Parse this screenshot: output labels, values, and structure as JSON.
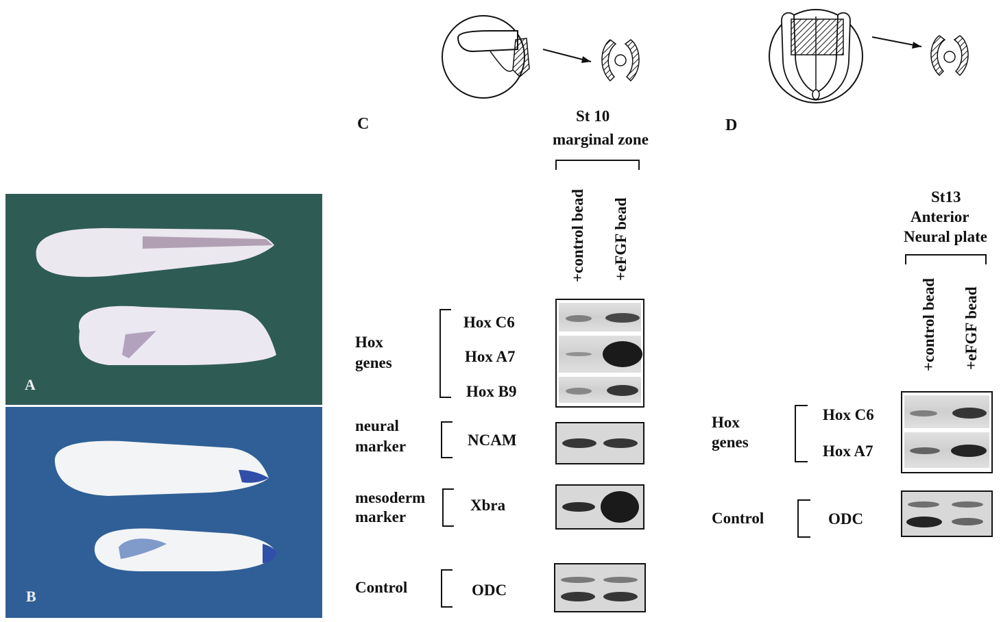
{
  "photos": {
    "a_label": "A",
    "b_label": "B",
    "a_bg": "#2f5b55",
    "b_bg": "#2f5f96"
  },
  "panel_c": {
    "letter": "C",
    "stage_line1": "St 10",
    "stage_line2": "marginal zone",
    "lanes": [
      "+control bead",
      "+eFGF bead"
    ],
    "hox_group": {
      "line1": "Hox",
      "line2": "genes"
    },
    "hox_genes": [
      "Hox C6",
      "Hox A7",
      "Hox B9"
    ],
    "neural_group": {
      "line1": "neural",
      "line2": "marker"
    },
    "neural_gene": "NCAM",
    "mesoderm_group": {
      "line1": "mesoderm",
      "line2": "marker"
    },
    "mesoderm_gene": "Xbra",
    "control_group": "Control",
    "control_gene": "ODC"
  },
  "panel_d": {
    "letter": "D",
    "stage_line1": "St13",
    "stage_line2": "Anterior",
    "stage_line3": "Neural plate",
    "lanes": [
      "+control bead",
      "+eFGF bead"
    ],
    "hox_group": {
      "line1": "Hox",
      "line2": "genes"
    },
    "hox_genes": [
      "Hox C6",
      "Hox A7"
    ],
    "control_group": "Control",
    "control_gene": "ODC"
  }
}
